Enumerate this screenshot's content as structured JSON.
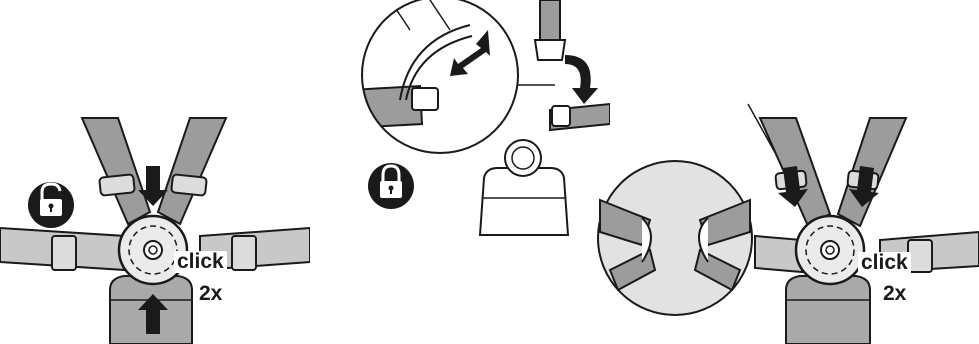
{
  "colors": {
    "strap": "#9c9c9c",
    "strap_light": "#c8c8c8",
    "outline": "#1a1a1a",
    "buckle_plate": "#ebebeb",
    "pad": "#a9a9a9",
    "zoom_background": "#e2e2e2",
    "white": "#ffffff"
  },
  "icons": {
    "unlocked": "padlock-open-icon",
    "locked": "padlock-closed-icon",
    "press_arrows": "arrow-icon",
    "rotate_arrow": "curved-arrow-icon"
  },
  "left_step": {
    "action_label": "click",
    "count_label": "2x"
  },
  "right_step": {
    "action_label": "click",
    "count_label": "2x"
  }
}
